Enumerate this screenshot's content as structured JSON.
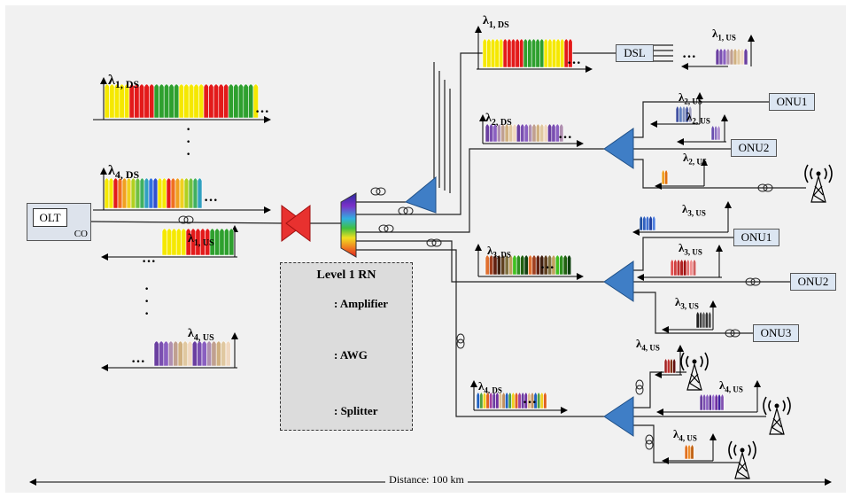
{
  "olt": {
    "label": "OLT",
    "co_label": "CO"
  },
  "dsl": {
    "label": "DSL"
  },
  "onus": {
    "g2_1": "ONU1",
    "g2_2": "ONU2",
    "g3_1": "ONU1",
    "g3_2": "ONU2",
    "g3_3": "ONU3"
  },
  "legend": {
    "title": "Level 1 RN",
    "amplifier": ": Amplifier",
    "awg": ": AWG",
    "splitter": ": Splitter"
  },
  "distance": "Distance: 100 km",
  "lambdas": {
    "l1ds_main": {
      "main": "λ",
      "sub": "1, DS"
    },
    "l4ds_main": {
      "main": "λ",
      "sub": "4, DS"
    },
    "l1us_main": {
      "main": "λ",
      "sub": "1, US"
    },
    "l4us_main": {
      "main": "λ",
      "sub": "4, US"
    },
    "l1ds_g1": {
      "main": "λ",
      "sub": "1, DS"
    },
    "l1us_g1": {
      "main": "λ",
      "sub": "1, US"
    },
    "l2ds": {
      "main": "λ",
      "sub": "2, DS"
    },
    "l2us_a": {
      "main": "λ",
      "sub": "2, US"
    },
    "l2us_b": {
      "main": "λ",
      "sub": "2, US"
    },
    "l2us_c": {
      "main": "λ",
      "sub": "2, US"
    },
    "l3ds": {
      "main": "λ",
      "sub": "3, DS"
    },
    "l3us_a": {
      "main": "λ",
      "sub": "3, US"
    },
    "l3us_b": {
      "main": "λ",
      "sub": "3, US"
    },
    "l3us_c": {
      "main": "λ",
      "sub": "3, US"
    },
    "l4ds": {
      "main": "λ",
      "sub": "4, DS"
    },
    "l4us_a": {
      "main": "λ",
      "sub": "4, US"
    },
    "l4us_b": {
      "main": "λ",
      "sub": "4, US"
    },
    "l4us_c": {
      "main": "λ",
      "sub": "4, US"
    }
  },
  "colors": {
    "background": "#f1f1f1",
    "amplifier": "#e8312f",
    "splitter": "#3f7ec6",
    "onu_box": "#dce6f2",
    "legend_box": "#dcdcdc"
  },
  "icons": [
    "amplifier-icon",
    "awg-icon",
    "splitter-icon",
    "antenna-icon",
    "fiber-coil-icon"
  ]
}
